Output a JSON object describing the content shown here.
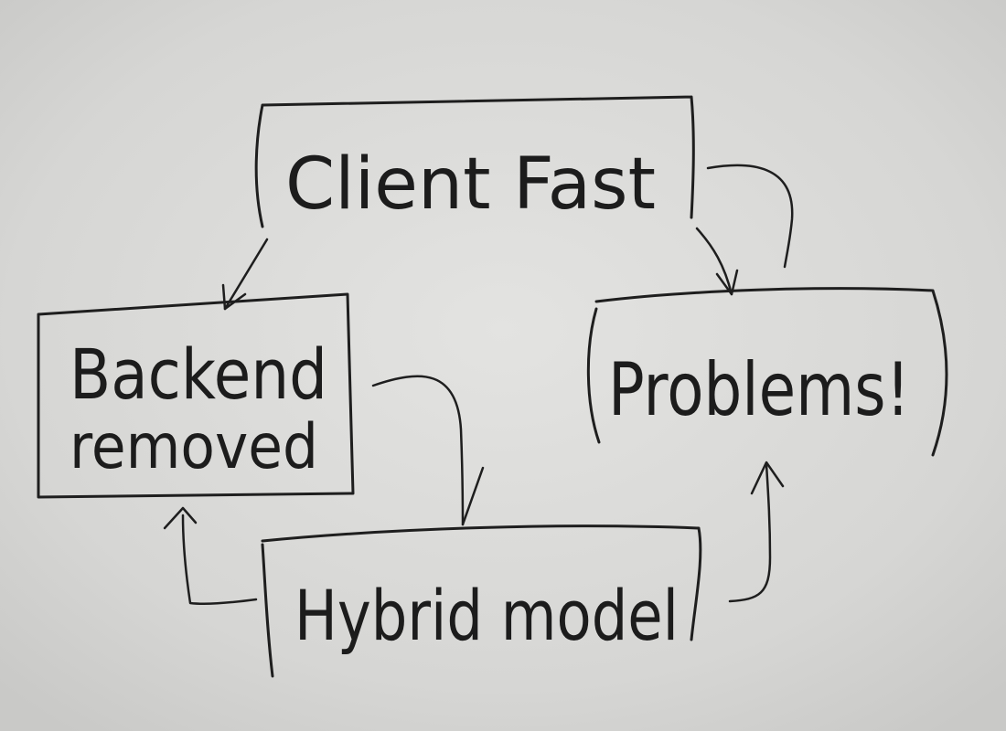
{
  "nodes": {
    "client_fast": "Client Fast",
    "backend_removed_line1": "Backend",
    "backend_removed_line2": "removed",
    "problems": "Problems!",
    "hybrid_model": "Hybrid model"
  },
  "colors": {
    "board": "#d8d8d6",
    "marker": "#1e1e1e"
  }
}
